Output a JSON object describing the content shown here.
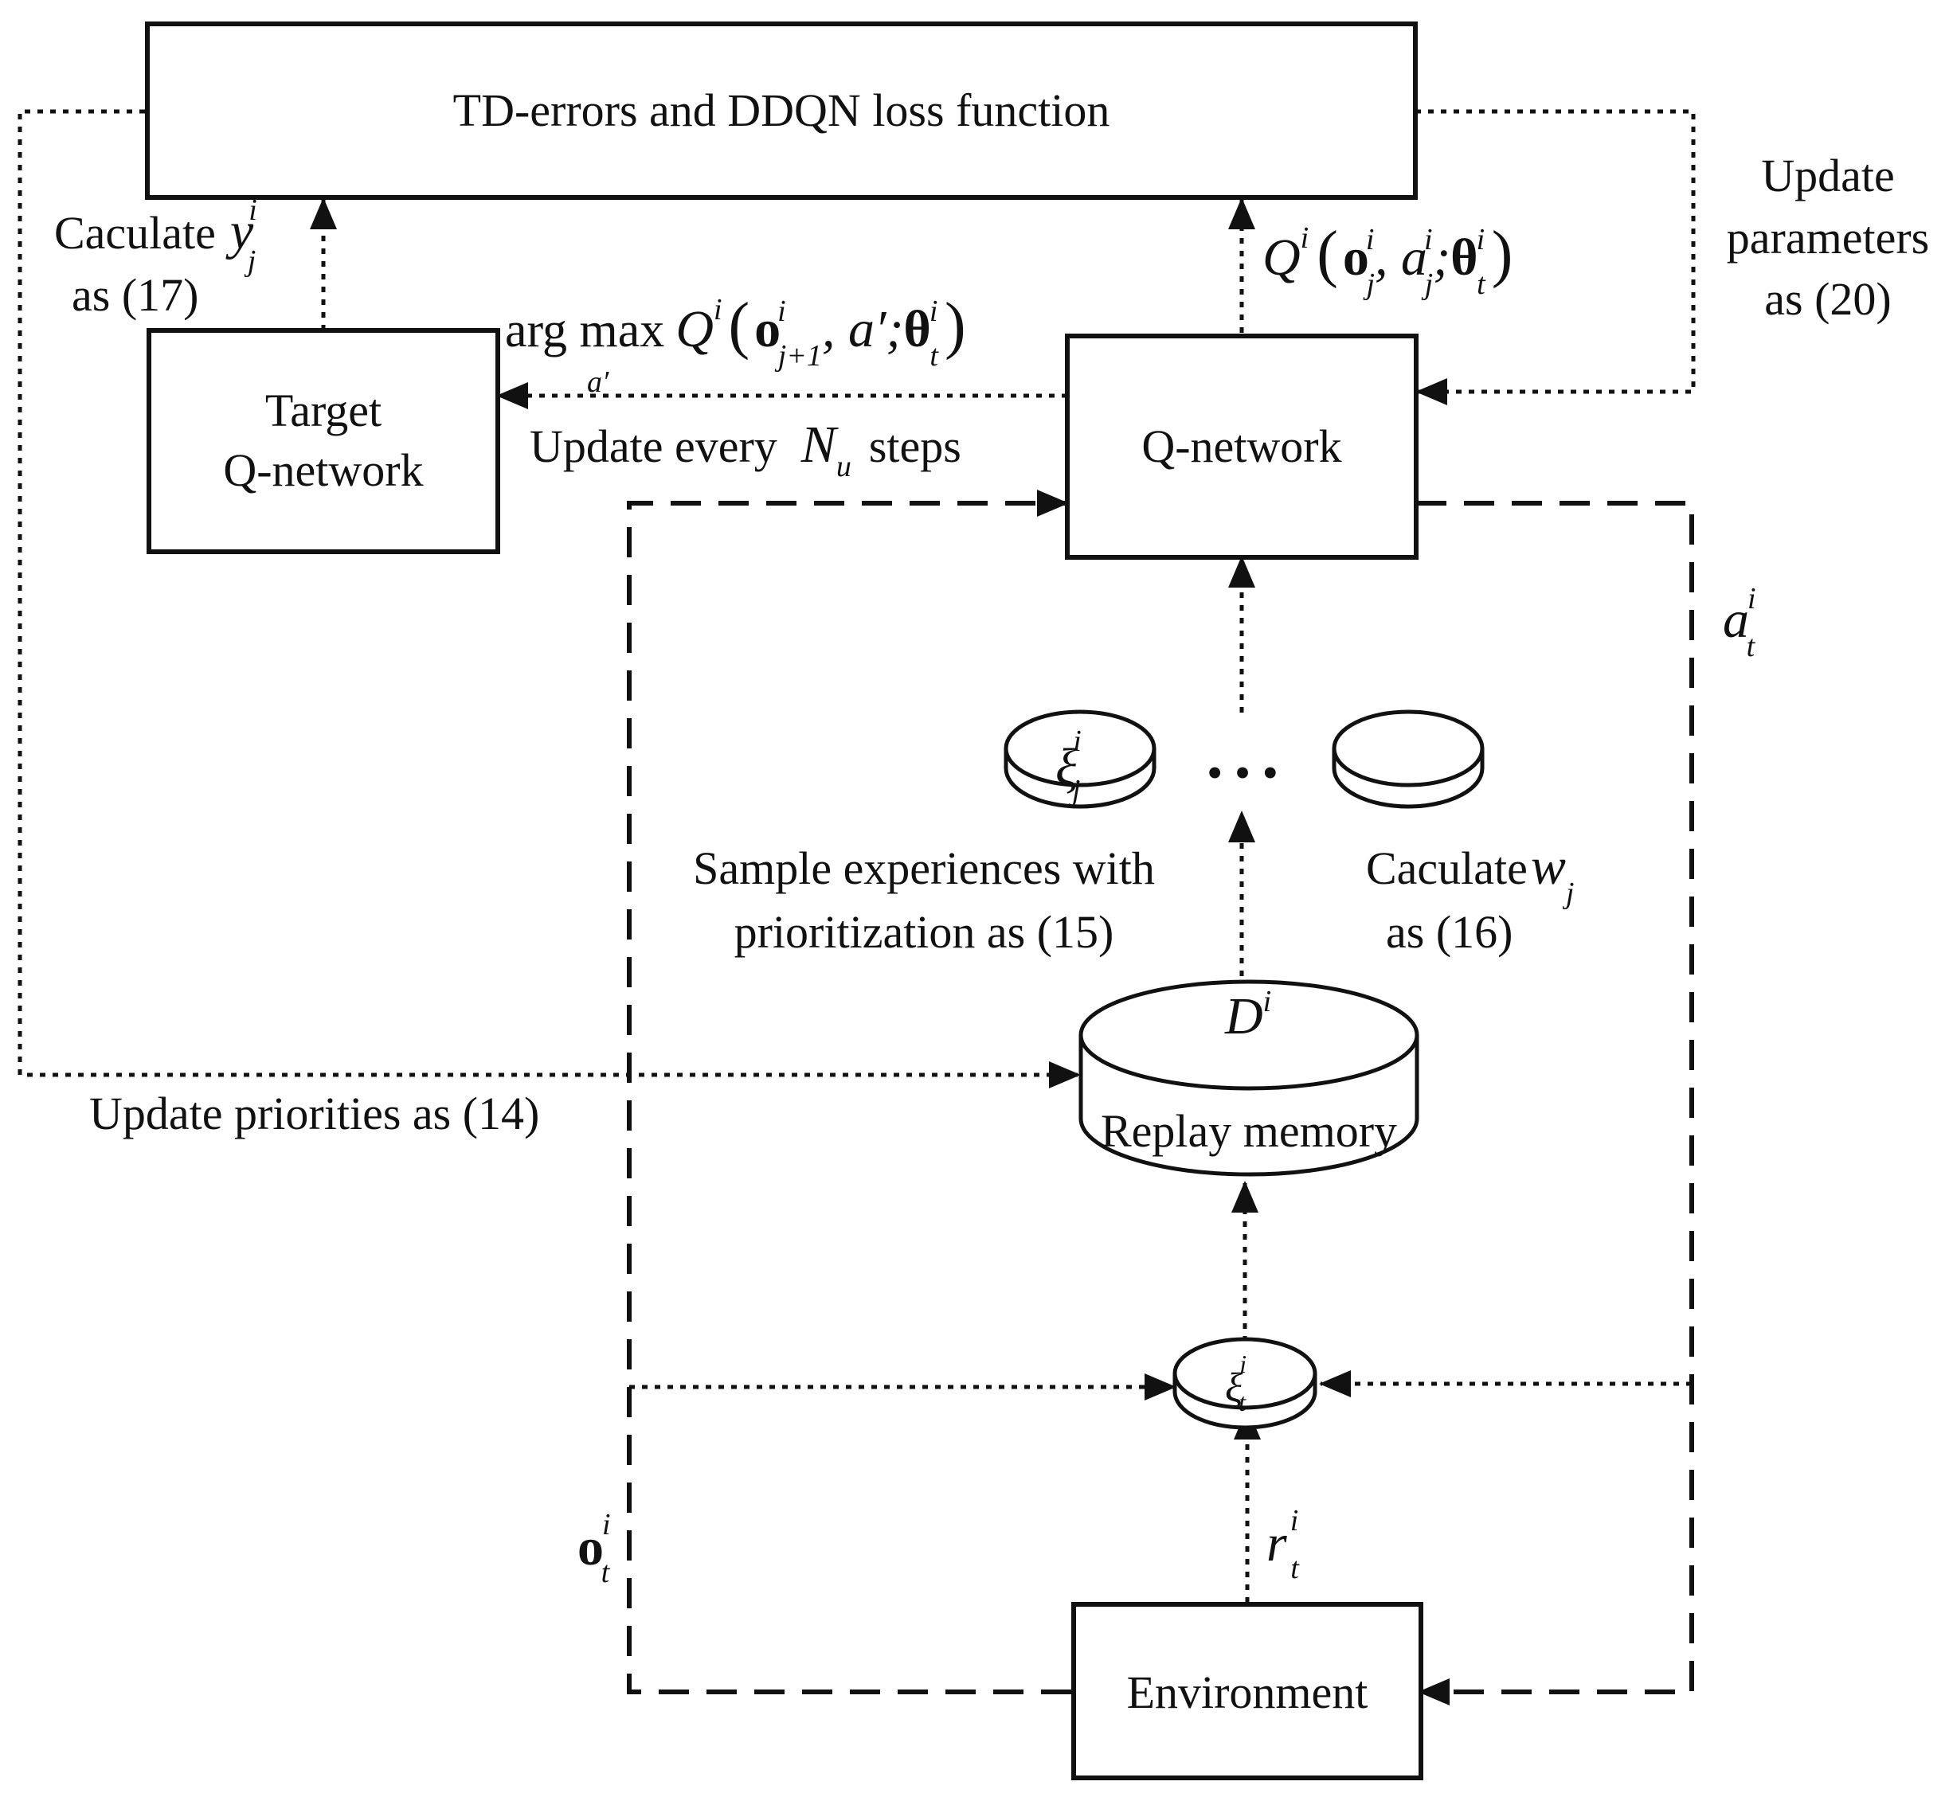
{
  "boxes": {
    "loss": "TD-errors and DDQN loss function",
    "target_line1": "Target",
    "target_line2": "Q-network",
    "qnet": "Q-network",
    "env": "Environment",
    "replay": "Replay memory"
  },
  "labels": {
    "calc_y_word": "Caculate",
    "calc_y_sym": "y",
    "calc_y_sup": "i",
    "calc_y_sub": "j",
    "calc_y_ref": "as (17)",
    "argmax": "arg max",
    "argmax_sub": "a′",
    "q_sym": "Q",
    "q_sup": "i",
    "target_args_obs": "o",
    "target_args_obs_sub": "j+1",
    "target_args_obs_sup": "i",
    "target_args_rest": ", a′;",
    "theta": "θ",
    "theta_sup": "i",
    "theta_sub": "t",
    "update_every_pre": "Update every",
    "nu_sym": "N",
    "nu_sub": "u",
    "update_every_post": "steps",
    "qout_obs_sub": "j",
    "qout_a": "a",
    "qout_a_sub": "j",
    "update_params_1": "Update",
    "update_params_2": "parameters",
    "update_params_3": "as (20)",
    "at_sym": "a",
    "at_sup": "i",
    "at_sub": "t",
    "xi_sym": "ξ",
    "xi_j_sub": "j",
    "xi_t_sub": "t",
    "xi_sup": "i",
    "ellipsis": "• • •",
    "sample_1": "Sample experiences with",
    "sample_2": "prioritization as (15)",
    "calc_w_word": "Caculate",
    "calc_w_sym": "w",
    "calc_w_sub": "j",
    "calc_w_ref": "as (16)",
    "d_sym": "D",
    "d_sup": "i",
    "update_prio": "Update priorities as (14)",
    "ot_sym": "o",
    "ot_sup": "i",
    "ot_sub": "t",
    "rt_sym": "r",
    "rt_sup": "i",
    "rt_sub": "t"
  }
}
